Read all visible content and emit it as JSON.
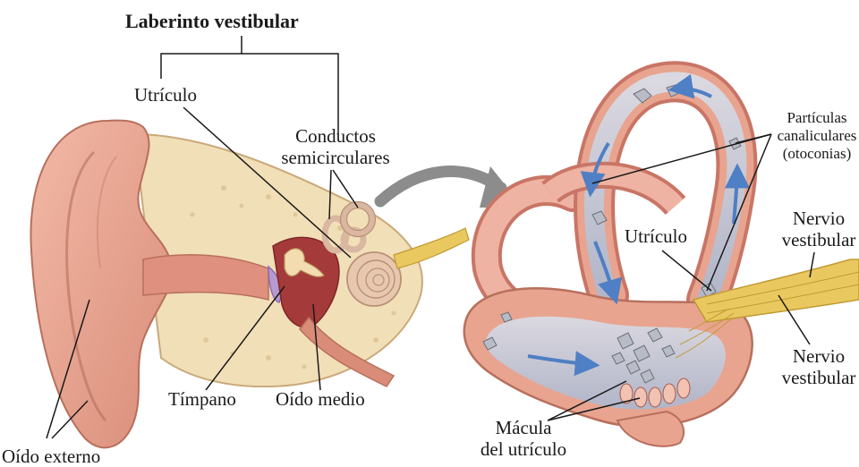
{
  "title": "Laberinto vestibular",
  "labels": {
    "utriculo_left": "Utrículo",
    "conductos_line1": "Conductos",
    "conductos_line2": "semicirculares",
    "timpano": "Tímpano",
    "oido_medio": "Oído medio",
    "oido_externo": "Oído externo",
    "particulas_line1": "Partículas",
    "particulas_line2": "canaliculares",
    "particulas_line3": "(otoconias)",
    "utriculo_right": "Utrículo",
    "nervio_top_line1": "Nervio",
    "nervio_top_line2": "vestibular",
    "nervio_bottom_line1": "Nervio",
    "nervio_bottom_line2": "vestibular",
    "macula_line1": "Mácula",
    "macula_line2": "del utrículo"
  },
  "colors": {
    "skin": "#e8a48f",
    "skin_dark": "#c97566",
    "bone": "#f1dfb8",
    "canal_fill": "#b9c7dc",
    "flow_arrow": "#4f7fc4",
    "nerve": "#e9c95f",
    "pointer_arrow": "#8c8c8c"
  }
}
